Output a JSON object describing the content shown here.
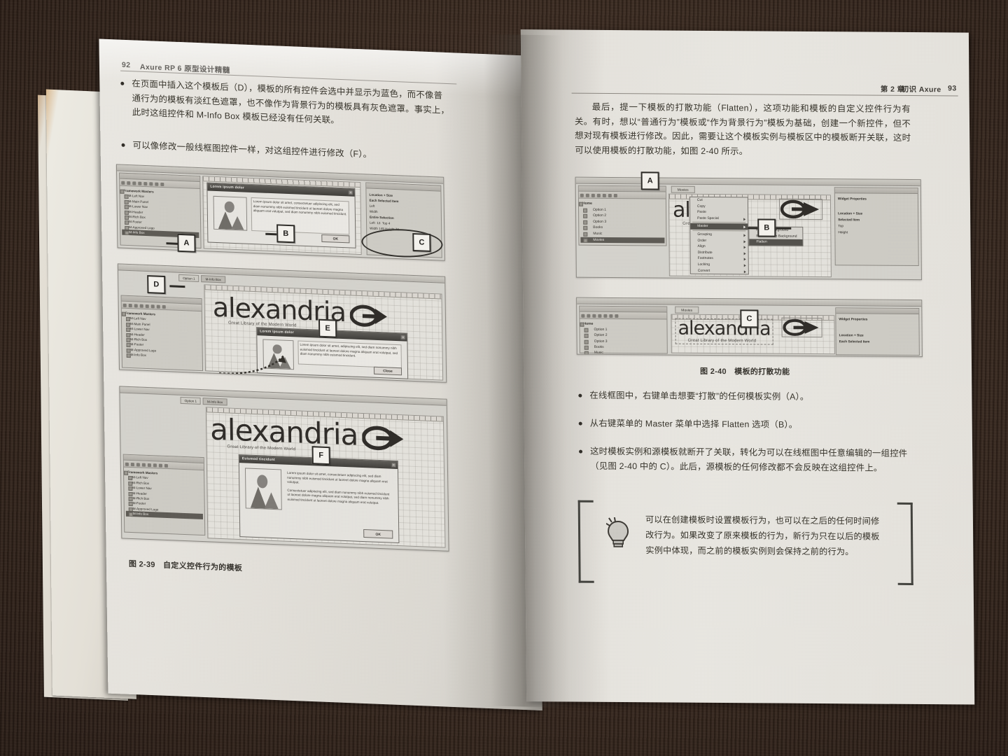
{
  "photo": {
    "subject": "open printed book on dark wooden desk",
    "background_color": "#37291f",
    "page_color": "#e8e5df"
  },
  "left_page": {
    "running_head": {
      "page_number": "92",
      "title": "Axure RP 6 原型设计精髓"
    },
    "bullets": [
      "在页面中插入这个模板后（D），模板的所有控件会选中并显示为蓝色，而不像普通行为的模板有淡红色遮罩，也不像作为背景行为的模板具有灰色遮罩。事实上，此时这组控件和 M-Info Box 模板已经没有任何关联。",
      "可以像修改一般线框图控件一样，对这组控件进行修改（F）。"
    ],
    "figure": {
      "caption": "图 2-39　自定义控件行为的模板",
      "callouts": [
        "A",
        "B",
        "C",
        "D",
        "E",
        "F"
      ],
      "panels": [
        {
          "id": "panel-1",
          "tree_title": "Masters",
          "tree_items": [
            "Framework Masters",
            "M-Left Nav",
            "M-Main Panel",
            "M-Lower Nav",
            "M-Header",
            "M-Rich Box",
            "M-Footer",
            "M-Approved Logo",
            "M-Info Box"
          ],
          "tree_selected": "M-Info Box",
          "dialog_title": "Lorem ipsum dolor",
          "dialog_body": "Lorem ipsum dolor sit amet, consectetuer adipiscing elit, sed diam nonummy nibh euismod tincidunt ut laoreet dolore magna aliquam erat volutpat, sed diam nonummy nibh euismod tincidunt.",
          "dialog_button": "OK",
          "inspector_heading": "Location + Size",
          "inspector_sub": "Each Selected Item",
          "inspector_fields": [
            "Left",
            "Width",
            "Entire Selection",
            "Left",
            "Width",
            "Top",
            "Height"
          ],
          "inspector_values": [
            "13",
            "145",
            "4",
            "74"
          ]
        },
        {
          "id": "panel-2",
          "tab_label": "Option 1",
          "tab_label_2": "M-Info Box",
          "tree_title": "Masters",
          "tree_items": [
            "Framework Masters",
            "M-Left Nav",
            "M-Main Panel",
            "M-Lower Nav",
            "M-Header",
            "M-Rich Box",
            "M-Footer",
            "M-Approved Logo",
            "M-Info Box"
          ],
          "logo_word": "alexandria",
          "logo_tagline": "Great Library of the Modern World",
          "dialog_title": "Lorem ipsum dolor",
          "dialog_body": "Lorem ipsum dolor sit amet, adipiscing elit, sed diam nonummy nibh euismod tincidunt ut laoreet dolore magna aliquam erat volutpat, sed diam nonummy nibh euismod tincidunt.",
          "dialog_button": "Close"
        },
        {
          "id": "panel-3",
          "tab_label": "Option 1",
          "tab_label_2": "M-Info Box",
          "tree_title": "Masters",
          "tree_items": [
            "Framework Masters",
            "M-Left Nav",
            "M-Rich Box",
            "M-Lower Nav",
            "M-Header",
            "M-Rich Box",
            "M-Footer",
            "M-Approved Logo",
            "M-Info Box"
          ],
          "logo_word": "alexandria",
          "logo_tagline": "Great Library of the Modern World",
          "dialog_title": "Euismod tincidunt",
          "dialog_body_1": "Lorem ipsum dolor sit amet, consectetuer adipiscing elit, sed diam nonummy nibh euismod tincidunt ut laoreet dolore magna aliquam erat volutpat.",
          "dialog_body_2": "Consectetuer adipiscing elit, sed diam nonummy nibh euismod tincidunt ut laoreet dolore magna aliquam erat volutpat, sed diam nonummy nibh euismod tincidunt ut laoreet dolore magna aliquam erat volutpat.",
          "dialog_button": "OK"
        }
      ]
    }
  },
  "right_page": {
    "running_head": {
      "chapter": "第 2 章",
      "title": "初识 Axure",
      "page_number": "93"
    },
    "paragraph": "最后，提一下模板的打散功能（Flatten），这项功能和模板的自定义控件行为有关。有时，想以“普通行为”模板或“作为背景行为”模板为基础，创建一个新控件，但不想对现有模板进行修改。因此，需要让这个模板实例与模板区中的模板断开关联，这时可以使用模板的打散功能，如图 2-40 所示。",
    "figure": {
      "caption": "图 2-40　模板的打散功能",
      "callouts": [
        "A",
        "B",
        "C"
      ],
      "top_panel": {
        "tree_title": "Masters",
        "tree_items": [
          "Home",
          "Option 1",
          "Option 2",
          "Option 3",
          "Books",
          "Music",
          "Movies"
        ],
        "tree_selected": "Movies",
        "tab_label": "Movies",
        "logo_word": "alex",
        "logo_tagline": "Great Libr",
        "inspector_title": "Widget Properties",
        "inspector_heading": "Location + Size",
        "inspector_sub": "Selected Item",
        "inspector_fields": [
          "Top",
          "Height"
        ],
        "context_menu": [
          "Cut",
          "Copy",
          "Paste",
          "Paste Special",
          "Master",
          "Grouping",
          "Order",
          "Align",
          "Distribute",
          "Footnotes",
          "Locking",
          "Convert"
        ],
        "context_menu_selected": "Master",
        "submenu": [
          "Place in Background",
          "Remove from Background",
          "Flatten"
        ],
        "submenu_selected": "Flatten"
      },
      "bottom_panel": {
        "tree_title": "Masters",
        "tree_items": [
          "Home",
          "Option 1",
          "Option 2",
          "Option 3",
          "Books",
          "Music"
        ],
        "tab_label": "Movies",
        "logo_word": "alexandria",
        "logo_tagline": "Great Library of the Modern World",
        "inspector_title": "Widget Properties",
        "inspector_heading": "Location + Size",
        "inspector_sub": "Each Selected Item"
      }
    },
    "bullets": [
      "在线框图中，右键单击想要“打散”的任何模板实例（A）。",
      "从右键菜单的 Master 菜单中选择 Flatten 选项（B）。",
      "这时模板实例和源模板就断开了关联，转化为可以在线框图中任意编辑的一组控件（见图 2-40 中的 C）。此后，源模板的任何修改都不会反映在这组控件上。"
    ],
    "tip": {
      "icon": "lightbulb-icon",
      "text": "可以在创建模板时设置模板行为，也可以在之后的任何时间修改行为。如果改变了原来模板的行为，新行为只在以后的模板实例中体现，而之前的模板实例则会保持之前的行为。"
    }
  }
}
